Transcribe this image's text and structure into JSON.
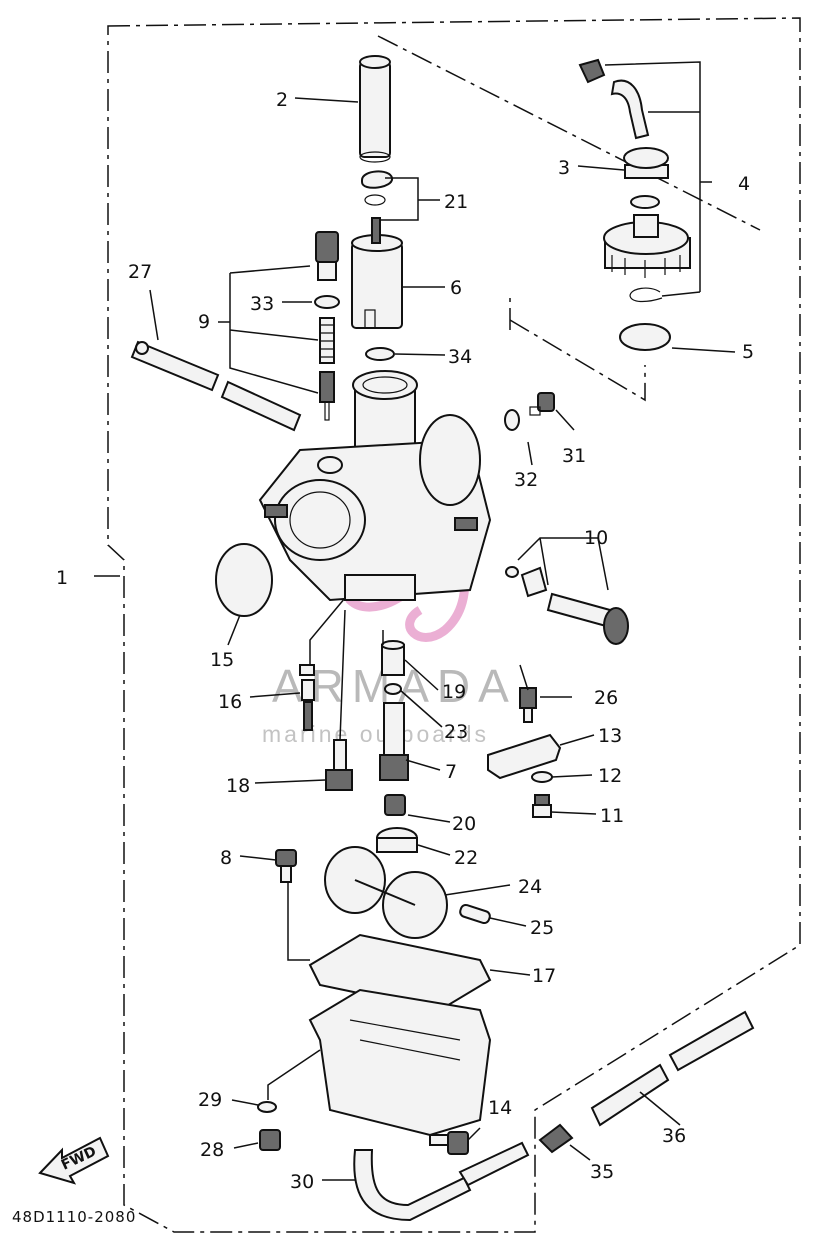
{
  "diagram": {
    "drawing_code": "48D1110-2080",
    "fwd_label": "FWD",
    "watermark": {
      "brand": "ARMADA",
      "tagline": "marine outboards",
      "color": "#e9a6cf"
    },
    "callouts": {
      "c1": "1",
      "c2": "2",
      "c3": "3",
      "c4": "4",
      "c5": "5",
      "c6": "6",
      "c7": "7",
      "c8": "8",
      "c9": "9",
      "c10": "10",
      "c11": "11",
      "c12": "12",
      "c13": "13",
      "c14": "14",
      "c15": "15",
      "c16": "16",
      "c17": "17",
      "c18": "18",
      "c19": "19",
      "c20": "20",
      "c21": "21",
      "c22": "22",
      "c23": "23",
      "c24": "24",
      "c25": "25",
      "c26": "26",
      "c27": "27",
      "c28": "28",
      "c29": "29",
      "c30": "30",
      "c31": "31",
      "c32": "32",
      "c33": "33",
      "c34": "34",
      "c35": "35",
      "c36": "36"
    }
  }
}
